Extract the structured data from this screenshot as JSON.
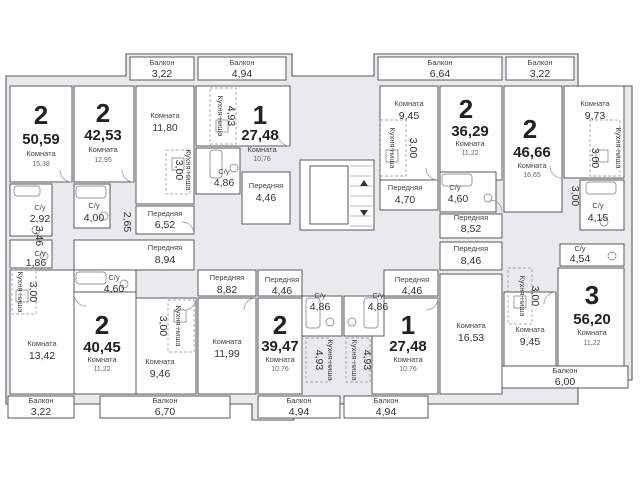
{
  "apartments": [
    {
      "id": "a1",
      "rooms": "2",
      "area": "50,59",
      "room_label": "Комната",
      "room_area": "15,38"
    },
    {
      "id": "a2",
      "rooms": "2",
      "area": "42,53",
      "room_label": "Комната",
      "room_area": "12,95"
    },
    {
      "id": "a3",
      "rooms": "1",
      "area": "27,48",
      "room_label": "Комната",
      "room_area": "10,76"
    },
    {
      "id": "a4",
      "rooms": "2",
      "area": "36,29",
      "room_label": "Комната",
      "room_area": "11,22"
    },
    {
      "id": "a5",
      "rooms": "2",
      "area": "46,66",
      "room_label": "Комната",
      "room_area": "16,65"
    },
    {
      "id": "a6",
      "rooms": "2",
      "area": "40,45",
      "room_label": "Комната",
      "room_area": "11,22"
    },
    {
      "id": "a7",
      "rooms": "2",
      "area": "39,47",
      "room_label": "Комната",
      "room_area": "10,76"
    },
    {
      "id": "a8",
      "rooms": "1",
      "area": "27,48",
      "room_label": "Комната",
      "room_area": "10,76"
    },
    {
      "id": "a9",
      "rooms": "3",
      "area": "56,20",
      "room_label": "Комната",
      "room_area": "11,22"
    }
  ],
  "rooms": [
    {
      "id": "r1",
      "label": "Комната",
      "value": "11,80"
    },
    {
      "id": "r2",
      "label": "Комната",
      "value": "9,45"
    },
    {
      "id": "r3",
      "label": "Комната",
      "value": "9,73"
    },
    {
      "id": "r4",
      "label": "Комната",
      "value": "13,42"
    },
    {
      "id": "r5",
      "label": "Комната",
      "value": "9,46"
    },
    {
      "id": "r6",
      "label": "Комната",
      "value": "11,99"
    },
    {
      "id": "r7",
      "label": "Комната",
      "value": "16,53"
    },
    {
      "id": "r8",
      "label": "Комната",
      "value": "9,45"
    }
  ],
  "halls": [
    {
      "id": "h1",
      "label": "Передняя",
      "value": "6,52"
    },
    {
      "id": "h2",
      "label": "Передняя",
      "value": "8,94"
    },
    {
      "id": "h3",
      "label": "Передняя",
      "value": "4,46"
    },
    {
      "id": "h4",
      "label": "Передняя",
      "value": "4,70"
    },
    {
      "id": "h5",
      "label": "Передняя",
      "value": "8,52"
    },
    {
      "id": "h6",
      "label": "Передняя",
      "value": "8,46"
    },
    {
      "id": "h7",
      "label": "Передняя",
      "value": "8,82"
    },
    {
      "id": "h8",
      "label": "Передняя",
      "value": "4,46"
    },
    {
      "id": "h9",
      "label": "Передняя",
      "value": "4,46"
    }
  ],
  "bathrooms": [
    {
      "id": "b1",
      "label": "С/у",
      "value": "2,92"
    },
    {
      "id": "b2",
      "label": "С/у",
      "value": "4,00"
    },
    {
      "id": "b3",
      "label": "С/у",
      "value": "1,86"
    },
    {
      "id": "b4",
      "label": "С/у",
      "value": "4,86"
    },
    {
      "id": "b5",
      "label": "С/у",
      "value": "4,60"
    },
    {
      "id": "b6",
      "label": "С/у",
      "value": "4,15"
    },
    {
      "id": "b7",
      "label": "С/у",
      "value": "4,54"
    },
    {
      "id": "b8",
      "label": "С/у",
      "value": "4,60"
    },
    {
      "id": "b9",
      "label": "С/у",
      "value": "4,86"
    },
    {
      "id": "b10",
      "label": "С/у",
      "value": "4,86"
    }
  ],
  "kitchens": [
    {
      "id": "k1",
      "label": "Кухня-ниша",
      "value": "3,00"
    },
    {
      "id": "k2",
      "label": "Кухня-ниша",
      "value": "4,93"
    },
    {
      "id": "k3",
      "label": "Кухня-ниша",
      "value": "3,00"
    },
    {
      "id": "k4",
      "label": "Кухня-ниша",
      "value": "3,00"
    },
    {
      "id": "k5",
      "label": "Кухня-ниша",
      "value": "3,00"
    },
    {
      "id": "k6",
      "label": "Кухня-ниша",
      "value": "3,00"
    },
    {
      "id": "k7",
      "label": "Кухня-ниша",
      "value": "3,00"
    },
    {
      "id": "k8",
      "label": "Кухня-ниша",
      "value": "4,93"
    },
    {
      "id": "k9",
      "label": "Кухня-ниша",
      "value": "4,93"
    }
  ],
  "extra_values": {
    "v1": "3,46",
    "v2": "2,65",
    "v3": "3,00"
  },
  "balconies": [
    {
      "id": "bal1",
      "label": "Балкон",
      "value": "3,22"
    },
    {
      "id": "bal2",
      "label": "Балкон",
      "value": "4,94"
    },
    {
      "id": "bal3",
      "label": "Балкон",
      "value": "6,64"
    },
    {
      "id": "bal4",
      "label": "Балкон",
      "value": "3,22"
    },
    {
      "id": "bal5",
      "label": "Балкон",
      "value": "3,22"
    },
    {
      "id": "bal6",
      "label": "Балкон",
      "value": "6,70"
    },
    {
      "id": "bal7",
      "label": "Балкон",
      "value": "4,94"
    },
    {
      "id": "bal8",
      "label": "Балкон",
      "value": "4,94"
    },
    {
      "id": "bal9",
      "label": "Балкон",
      "value": "6,00"
    }
  ]
}
